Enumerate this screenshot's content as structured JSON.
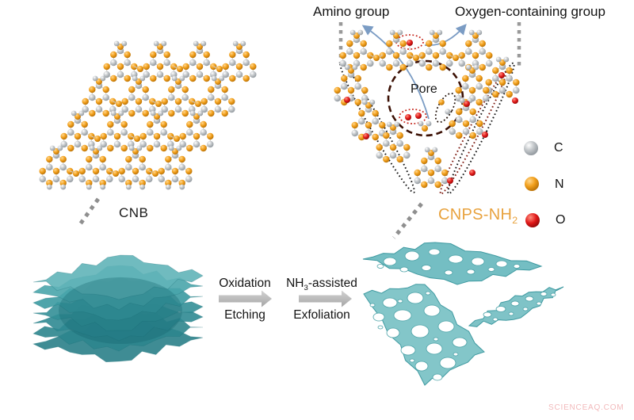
{
  "figure": {
    "annotations": {
      "amino_group": "Amino group",
      "oxygen_group": "Oxygen-containing group",
      "pore": "Pore"
    },
    "structures": {
      "bulk_label": "CNB",
      "product_label_base": "CNPS-NH",
      "product_label_sub": "2"
    },
    "process": {
      "step1_top": "Oxidation",
      "step1_bottom": "Etching",
      "step2_pre": "NH",
      "step2_sub": "3",
      "step2_post": "-assisted",
      "step2_bottom": "Exfoliation"
    },
    "legend": {
      "items": [
        {
          "symbol": "C",
          "color": "#b9bdc2"
        },
        {
          "symbol": "N",
          "color": "#f2a01c"
        },
        {
          "symbol": "O",
          "color": "#e01818"
        }
      ]
    },
    "watermark": "SCIENCEAQ.COM",
    "colors": {
      "carbon": "#b9bdc2",
      "nitrogen": "#f2a01c",
      "oxygen": "#e01818",
      "sheet_teal": "#3b9aa1",
      "porous_sheet_teal": "#83c6c9",
      "product_label": "#e8a23d",
      "annotation_arrow_blue": "#7b9cc4",
      "pore_circle": "#3c1105",
      "process_arrow_gray": "#bdbdbd",
      "watermark_pink": "#f2b9bb"
    }
  }
}
